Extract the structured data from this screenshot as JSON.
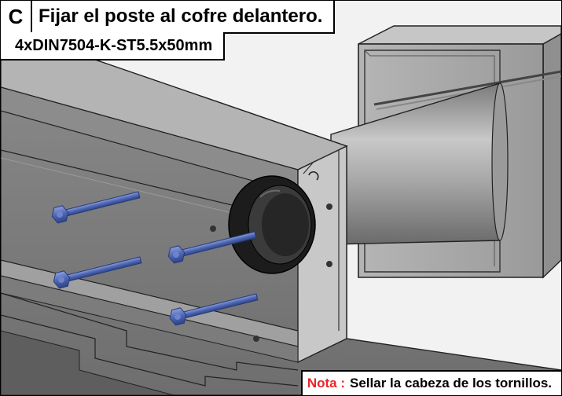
{
  "step": {
    "letter": "C",
    "title": "Fijar el poste al cofre delantero."
  },
  "fastener_spec": "4xDIN7504-K-ST5.5x50mm",
  "note": {
    "label": "Nota :",
    "text": "Sellar la cabeza de los tornillos.",
    "label_color": "#e8262b"
  },
  "illustration": {
    "parts": [
      "aluminium-front-box-profile",
      "square-post",
      "rubber-seal-ring",
      "round-tube",
      "self-drilling-screw"
    ],
    "screw_count": 4,
    "screw_color": "#4d66b3"
  }
}
